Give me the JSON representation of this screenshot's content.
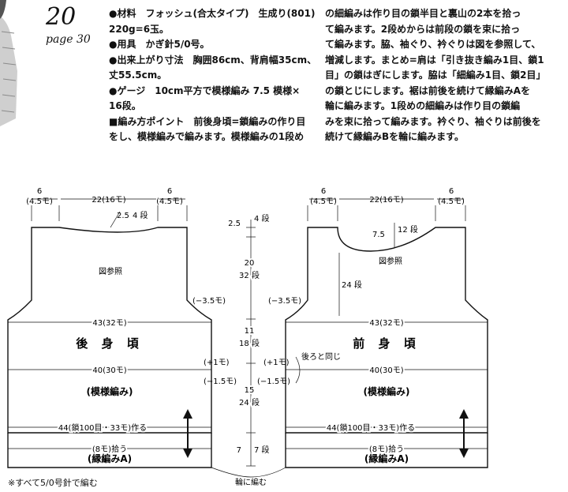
{
  "header": {
    "number": "20",
    "page": "page 30"
  },
  "instructions": {
    "col1": [
      "●材料　フォッシュ(合太タイプ)　生成り(801)",
      "220g=6玉。",
      "●用具　かぎ針5/0号。",
      "●出来上がり寸法　胸囲86cm、背肩幅35cm、",
      "丈55.5cm。",
      "●ゲージ　10cm平方で模様編み 7.5 模様×",
      "16段。",
      "■編み方ポイント　前後身頃=鎖編みの作り目",
      "をし、模様編みで編みます。模様編みの1段め"
    ],
    "col2": [
      "の細編みは作り目の鎖半目と裏山の2本を拾っ",
      "て編みます。2段めからは前段の鎖を束に拾っ",
      "て編みます。脇、袖ぐり、衿ぐりは図を参照して、",
      "増減します。まとめ=肩は「引き抜き編み1目、鎖1",
      "目」の鎖はぎにします。脇は「細編み1目、鎖2目」",
      "の鎖とじにします。裾は前後を続けて縁編みAを",
      "輪に編みます。1段めの細編みは作り目の鎖編",
      "みを束に拾って編みます。衿ぐり、袖ぐりは前後を",
      "続けて縁編みBを輪に編みます。"
    ]
  },
  "back": {
    "title": "後 身 頃",
    "pattern": "(模様編み)",
    "shoulder_left": [
      "6",
      "(4.5モ)"
    ],
    "neck_width": "22(16モ)",
    "shoulder_right": [
      "6",
      "(4.5モ)"
    ],
    "neck_depth": "2.5",
    "neck_depth_rows": "4\n段",
    "ref": "図参照",
    "armhole_dec": "(−3.5モ)",
    "chest": "43(32モ)",
    "waist": "40(30モ)",
    "inc": "(+1モ)",
    "dec": "(−1.5モ)",
    "hem": "44(鎖100目・33モ)作る",
    "pickup": "(8モ)拾う",
    "edging": "(縁編みA)"
  },
  "front": {
    "title": "前 身 頃",
    "pattern": "(模様編み)",
    "shoulder_left": [
      "6",
      "(4.5モ)"
    ],
    "neck_width": "22(16モ)",
    "shoulder_right": [
      "6",
      "(4.5モ)"
    ],
    "neck_depth": "7.5",
    "neck_depth_rows": "12\n段",
    "neck_rows": "24\n段",
    "ref": "図参照",
    "armhole_dec": "(−3.5モ)",
    "chest": "43(32モ)",
    "waist": "40(30モ)",
    "inc": "(+1モ)",
    "dec": "(−1.5モ)",
    "same": "後ろと同じ",
    "hem": "44(鎖100目・33モ)作る",
    "pickup": "(8モ)拾う",
    "edging": "(縁編みA)"
  },
  "center_scale": {
    "a": "2.5",
    "a_rows": "4\n段",
    "b": "20",
    "b_rows": "32\n段",
    "c": "11",
    "c_rows": "18\n段",
    "d": "15",
    "d_rows": "24\n段",
    "e": "7",
    "e_rows": "7\n段"
  },
  "round": "輪に編む",
  "footnote": "※すべて5/0号針で編む"
}
